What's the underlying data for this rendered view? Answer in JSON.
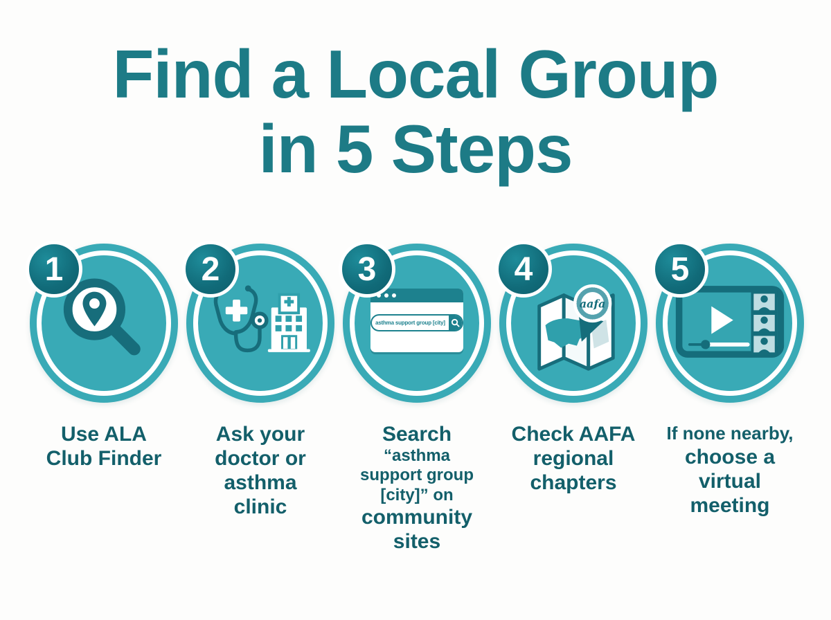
{
  "title": {
    "line1": "Find a Local Group",
    "line2": "in 5 Steps"
  },
  "colors": {
    "background": "#fdfdfc",
    "title_text": "#1d7b86",
    "caption_text": "#135f6a",
    "circle_fill": "#39aab6",
    "circle_ring": "#ffffff",
    "badge_fill": "#116b79",
    "icon_dark_teal": "#176d7b",
    "participant_tile": "#bedde2"
  },
  "steps": [
    {
      "number": "1",
      "icon": "magnifier-location-icon",
      "caption_parts": [
        {
          "text": "Use ALA\nClub Finder",
          "size": "large"
        }
      ]
    },
    {
      "number": "2",
      "icon": "stethoscope-hospital-icon",
      "caption_parts": [
        {
          "text": "Ask your\ndoctor or\nasthma\nclinic",
          "size": "large"
        }
      ]
    },
    {
      "number": "3",
      "icon": "browser-search-icon",
      "search_query": "asthma support group [city]",
      "caption_parts": [
        {
          "text": "Search",
          "size": "large"
        },
        {
          "text": "“asthma\nsupport group\n[city]” on",
          "size": "small"
        },
        {
          "text": "community\nsites",
          "size": "large"
        }
      ]
    },
    {
      "number": "4",
      "icon": "map-aafa-pin-icon",
      "pin_label": "aafa",
      "caption_parts": [
        {
          "text": "Check AAFA\nregional\nchapters",
          "size": "large"
        }
      ]
    },
    {
      "number": "5",
      "icon": "virtual-meeting-icon",
      "caption_parts": [
        {
          "text": "If none nearby,",
          "size": "medium"
        },
        {
          "text": "choose a\nvirtual\nmeeting",
          "size": "large"
        }
      ]
    }
  ]
}
